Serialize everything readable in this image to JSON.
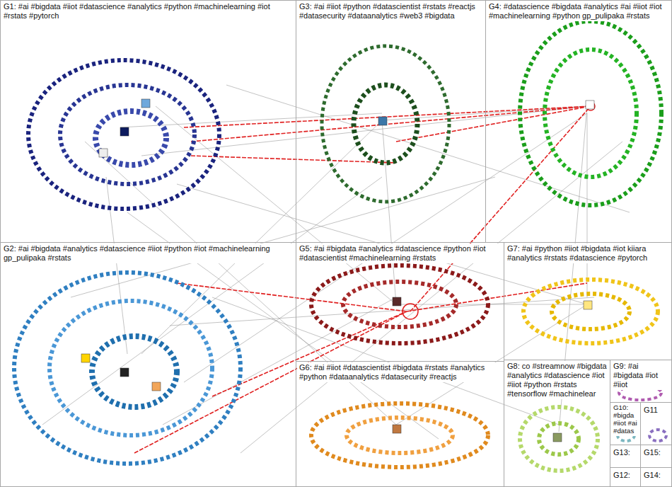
{
  "diagram": {
    "nodes": [
      {
        "text": [
          "G1: #ai #bigdata #iiot #datascience #analytics #python #machinelearning #iot #rstats #pytorch"
        ]
      },
      {
        "text": [
          "G3: #ai #iiot #python #datascientist #rstats #reactjs #datasecurity #dataanalytics #web3 #bigdata"
        ]
      },
      {
        "text": [
          "G4: #datascience #bigdata #analytics #ai #iiot #iot #machinelearning #python gp_pulipaka #rstats"
        ]
      },
      {
        "text": [
          "G2: #ai #bigdata #analytics #datascience #iiot #python #iot #machinelearning gp_pulipaka #rstats"
        ]
      },
      {
        "text": [
          "G5: #ai #bigdata #analytics #datascience #python #iot #datascientist #machinelearning #rstats"
        ]
      },
      {
        "text": [
          "G7: #ai #python #iiot #bigdata #iot kiiara #analytics #rstats #datascience #pytorch"
        ]
      },
      {
        "text": [
          "G6: #ai #iiot #datascientist #bigdata #rstats #analytics #python #dataanalytics #datasecurity #reactjs"
        ]
      },
      {
        "text": [
          "G8: co #streamnow #bigdata #analytics #datascience #iot #iiot #python #rstats #tensorflow #machinelear"
        ]
      },
      {
        "text": [
          "G9: #ai #bigdata #iot #iiot"
        ]
      },
      {
        "text": [
          "G10: #bigda #iiot #ai #datas"
        ]
      },
      {
        "text": [
          "G11"
        ]
      },
      {
        "text": [
          "G13:"
        ]
      },
      {
        "text": [
          "G15:"
        ]
      },
      {
        "text": [
          "G12:"
        ]
      },
      {
        "text": [
          "G14:"
        ]
      }
    ]
  }
}
